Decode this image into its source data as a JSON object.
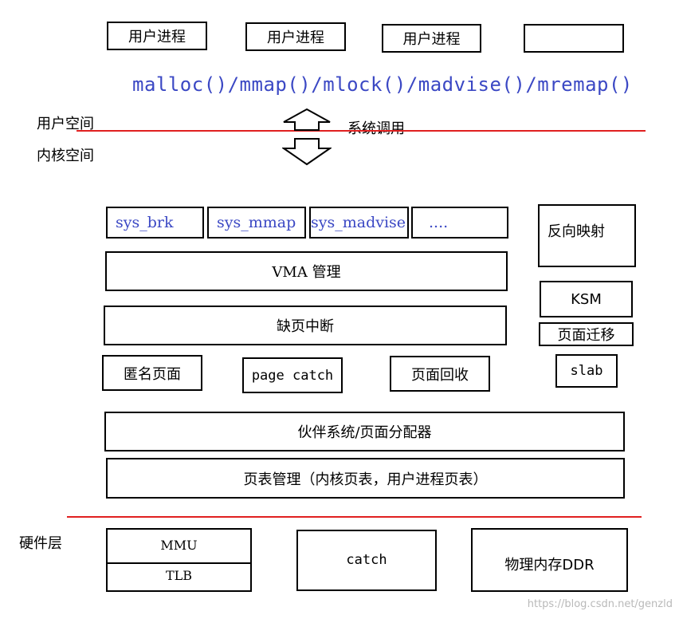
{
  "user_processes": [
    "用户进程",
    "用户进程",
    "用户进程",
    ""
  ],
  "api_calls": "malloc()/mmap()/mlock()/madvise()/mremap()",
  "labels": {
    "user_space": "用户空间",
    "kernel_space": "内核空间",
    "syscall": "系统调用",
    "hardware_layer": "硬件层"
  },
  "syscalls": [
    "sys_brk",
    "sys_mmap",
    "sys_madvise",
    "...."
  ],
  "kernel": {
    "vma": "VMA 管理",
    "page_fault": "缺页中断",
    "anon_pages": "匿名页面",
    "page_cache": "page catch",
    "page_reclaim": "页面回收",
    "reverse_map": "反向映射",
    "ksm": "KSM",
    "page_migration": "页面迁移",
    "slab": "slab",
    "buddy": "伙伴系统/页面分配器",
    "page_table": "页表管理（内核页表，用户进程页表）"
  },
  "hardware": {
    "mmu": "MMU",
    "tlb": "TLB",
    "cache": "catch",
    "ddr": "物理内存DDR"
  },
  "watermark": "https://blog.csdn.net/genzld",
  "colors": {
    "line": "#e02020",
    "api_text": "#3b48c4"
  }
}
